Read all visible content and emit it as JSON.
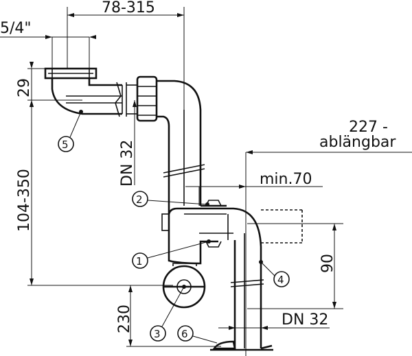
{
  "dimensions": {
    "top_width": "78-315",
    "thread_size": "5/4\"",
    "inlet_height": "29",
    "height_range": "104-350",
    "pipe_dn_vertical": "DN 32",
    "length_cut": "227 -",
    "length_cut_word": "ablängbar",
    "min_depth": "min.70",
    "right_height": "90",
    "bottom_height": "230",
    "pipe_dn_bottom": "DN 32"
  },
  "callouts": [
    {
      "id": "1"
    },
    {
      "id": "2"
    },
    {
      "id": "3"
    },
    {
      "id": "4"
    },
    {
      "id": "5"
    },
    {
      "id": "6"
    }
  ]
}
